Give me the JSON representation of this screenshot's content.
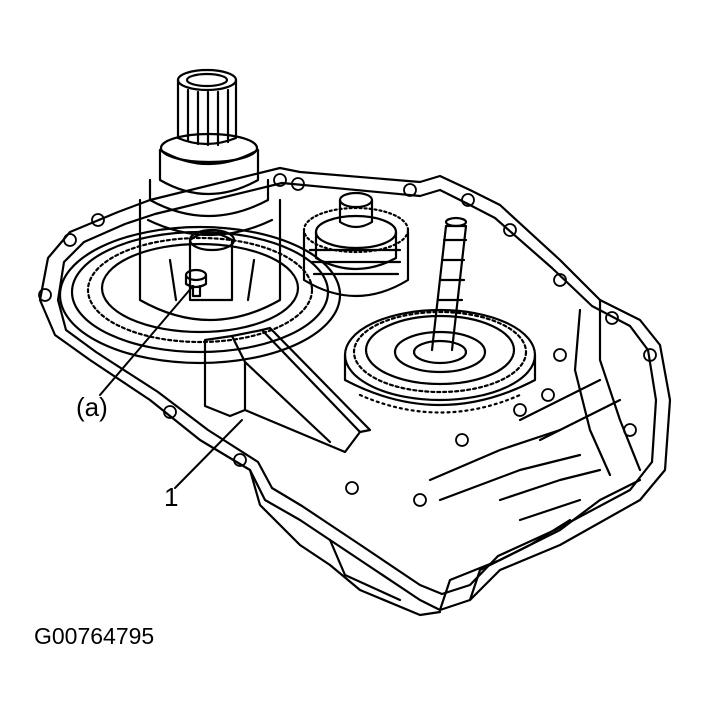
{
  "callouts": {
    "bolt_label": "(a)",
    "part_label": "1"
  },
  "figure_code": "G00764795",
  "colors": {
    "ink": "#000000",
    "paper": "#ffffff"
  }
}
